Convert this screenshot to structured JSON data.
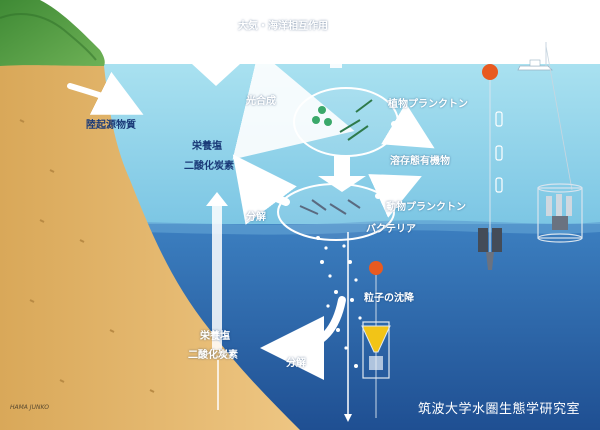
{
  "labels": {
    "air_sea": "大気・海洋相互作用",
    "photosynthesis": "光合成",
    "terrestrial": "陸起源物質",
    "phytoplankton": "植物プランクトン",
    "nutrients_upper": "栄養塩",
    "co2_upper": "二酸化炭素",
    "dom": "溶存態有機物",
    "decomposition_upper": "分解",
    "zooplankton": "動物プランクトン",
    "bacteria": "バクテリア",
    "sinking": "粒子の沈降",
    "nutrients_lower": "栄養塩",
    "co2_lower": "二酸化炭素",
    "decomposition_lower": "分解"
  },
  "signature": "HAMA JUNKO",
  "credit": "筑波大学水圏生態学研究室",
  "colors": {
    "sky": "#ffffff",
    "surface_water": "#8fd6ea",
    "deep_water": "#2f6cb0",
    "land_sand": "#e3b66a",
    "hill_green": "#4d9a3e"
  }
}
